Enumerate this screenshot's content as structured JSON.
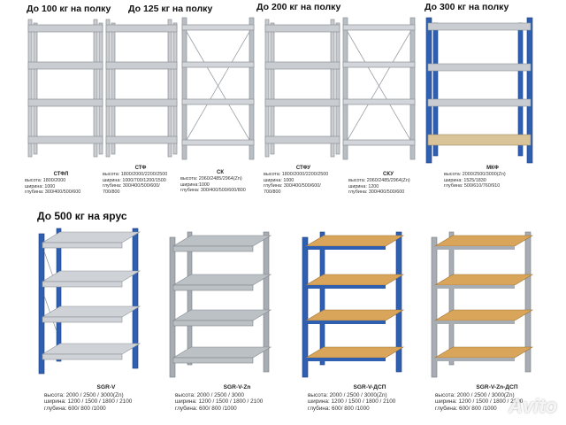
{
  "headers": {
    "h100": "До 100 кг на полку",
    "h125": "До 125 кг на полку",
    "h200": "До 200 кг на полку",
    "h300": "До 300 кг на полку",
    "h500": "До 500 кг на ярус"
  },
  "products": [
    {
      "name": "СТФЛ",
      "lines": [
        "высота: 1800/2000",
        "ширина: 1000",
        "глубина: 300/400/500/600"
      ]
    },
    {
      "name": "СТФ",
      "lines": [
        "высота: 1800/2000/2200/2500",
        "ширина: 1000/700/1200/1500",
        "глубина: 300/400/500/600/",
        "700/800"
      ]
    },
    {
      "name": "СК",
      "lines": [
        "высота: 2060/2485/2964(Zn)",
        "ширина:1000",
        "глубина: 300/400/500/600/800"
      ]
    },
    {
      "name": "СТФУ",
      "lines": [
        "высота: 1800/2000/2200/2500",
        "ширина: 1000",
        "глубина: 300/400/500/600/",
        "700/800"
      ]
    },
    {
      "name": "СКУ",
      "lines": [
        "высота: 2060/2485/2964(Zn)",
        "ширина: 1200",
        "глубина: 300/400/500/600"
      ]
    },
    {
      "name": "МКФ",
      "lines": [
        "высота: 2000/2500/3000(Zn)",
        "ширина: 1525/1830",
        "глубина: 500/610/760/910"
      ]
    },
    {
      "name": "SGR-V",
      "lines": [
        "высота: 2000 / 2500 / 3000(Zn)",
        "ширина: 1200 / 1500 / 1800 / 2100",
        "глубина: 600/ 800 /1000"
      ]
    },
    {
      "name": "SGR-V-Zn",
      "lines": [
        "высота: 2000 / 2500 / 3000",
        "ширина: 1200 / 1500 / 1800 / 2100",
        "глубина: 600/ 800 /1000"
      ]
    },
    {
      "name": "SGR-V-ДСП",
      "lines": [
        "высота: 2000 / 2500 / 3000(Zn)",
        "ширина: 1200 / 1500 / 1800 / 2100",
        "глубина: 600/ 800 /1000"
      ]
    },
    {
      "name": "SGR-V-Zn-ДСП",
      "lines": [
        "высота: 2000 / 2500 / 3000(Zn)",
        "ширина: 1200 / 1500 / 1800 / 2100",
        "глубина: 600/ 800 /1000"
      ]
    }
  ],
  "watermark": "Avito",
  "colors": {
    "steel": "#c9cdd1",
    "blue": "#2f5fb0",
    "chipboard": "#d9a55a",
    "galvanized": "#a7adb3"
  }
}
